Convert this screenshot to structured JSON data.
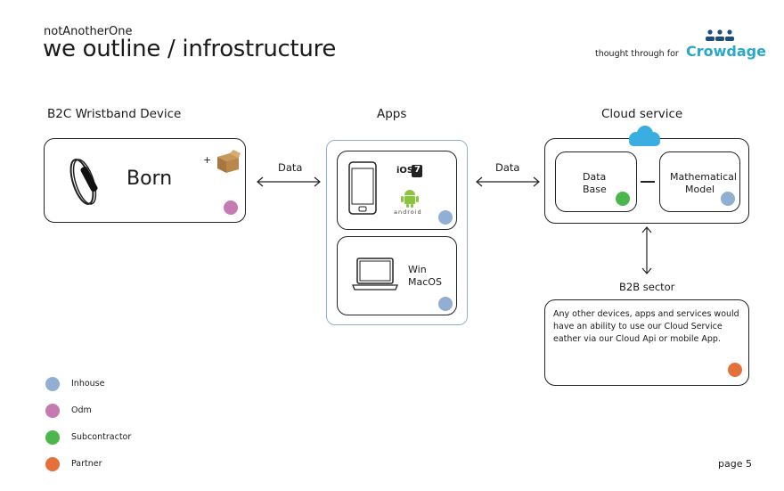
{
  "header": {
    "company": "notAnotherOne",
    "title": "we outline / infrostructure",
    "credit": "thought through for",
    "brand": "Crowdage",
    "brand_color": "#2aa7c9"
  },
  "sections": {
    "device": {
      "heading": "B2C Wristband Device",
      "product": "Born",
      "plus": "+",
      "dot": "odm"
    },
    "apps": {
      "heading": "Apps",
      "mobile": {
        "ios_label": "iOS",
        "ios_version": "7",
        "android_label": "android",
        "dot": "inhouse"
      },
      "desktop": {
        "label_1": "Win",
        "label_2": "MacOS",
        "dot": "inhouse"
      }
    },
    "cloud": {
      "heading": "Cloud service",
      "database": {
        "line1": "Data",
        "line2": "Base",
        "dot": "subcontractor"
      },
      "model": {
        "line1": "Mathematical",
        "line2": "Model",
        "dot": "inhouse"
      }
    },
    "b2b": {
      "heading": "B2B sector",
      "text_line1": "Any other devices, apps and services would",
      "text_line2": "have an ability to use our Cloud Service",
      "text_line3": "eather via our Cloud Api or mobile App.",
      "dot": "partner"
    }
  },
  "connectors": {
    "left_label": "Data",
    "right_label": "Data"
  },
  "legend": [
    {
      "label": "Inhouse",
      "color": "#93aed3"
    },
    {
      "label": "Odm",
      "color": "#c57bb2"
    },
    {
      "label": "Subcontractor",
      "color": "#4bb64b"
    },
    {
      "label": "Partner",
      "color": "#e5703a"
    }
  ],
  "colors": {
    "inhouse": "#93aed3",
    "odm": "#c57bb2",
    "subcontractor": "#4bb64b",
    "partner": "#e5703a",
    "cloud": "#3aaee0",
    "apps_border": "#8fb0d2",
    "android": "#8bc53f"
  },
  "footer": {
    "page": "page 5"
  }
}
